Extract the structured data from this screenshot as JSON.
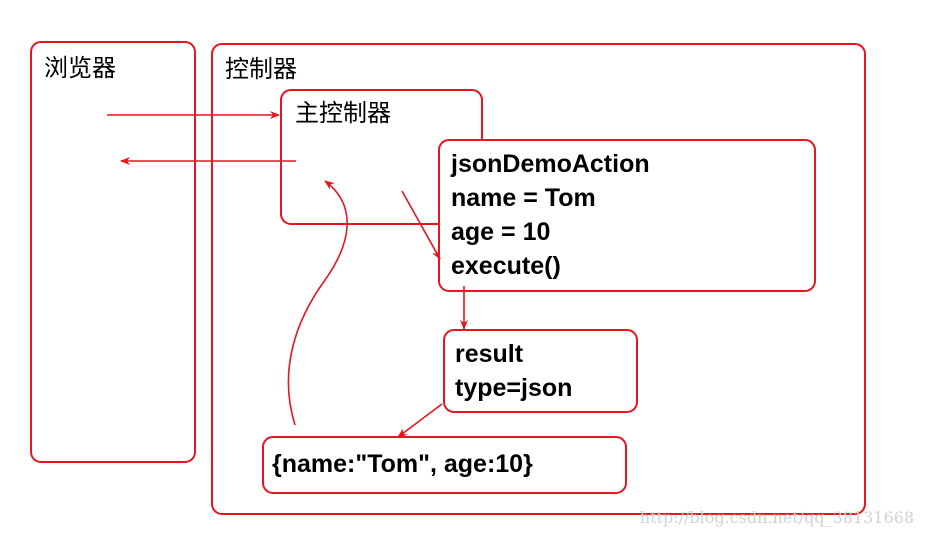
{
  "colors": {
    "accent": "#e8141e",
    "text": "#000000",
    "watermark": "#d2d2d2"
  },
  "labels": {
    "browser": "浏览器",
    "controller": "控制器",
    "main_controller": "主控制器"
  },
  "action_box": {
    "lines": [
      "jsonDemoAction",
      "name = Tom",
      "age = 10",
      "execute()"
    ]
  },
  "result_box": {
    "lines": [
      "result",
      "type=json"
    ]
  },
  "json_box": {
    "text": "{name:\"Tom\", age:10}"
  },
  "watermark": "http://blog.csdn.net/qq_38131668"
}
